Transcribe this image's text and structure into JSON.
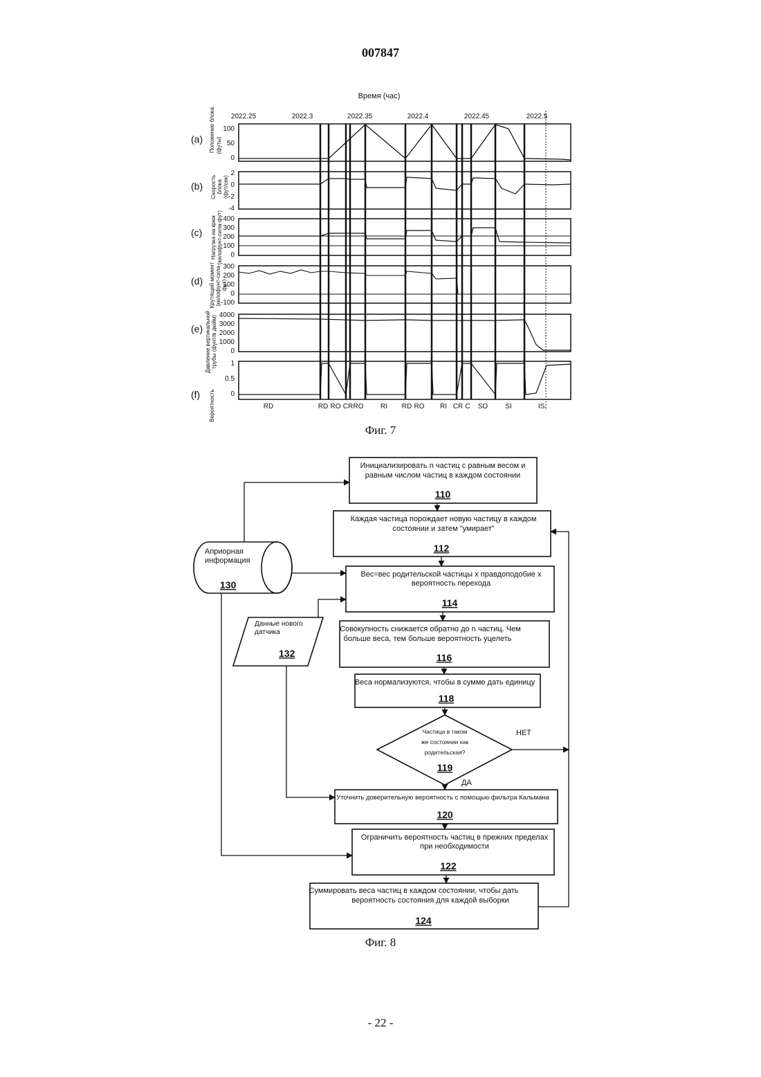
{
  "header": {
    "doc_number": "007847"
  },
  "fig7": {
    "caption": "Фиг. 7",
    "top_title": "Время (час)",
    "time_ticks": [
      "2022.25",
      "2022.3",
      "2022.35",
      "2022.4",
      "2022.45",
      "2022.5"
    ],
    "panels": [
      {
        "id": "a",
        "letter": "(a)",
        "ylabel1": "Положение блока",
        "ylabel2": "(футы)",
        "yticks": [
          "100",
          "50",
          "0"
        ]
      },
      {
        "id": "b",
        "letter": "(b)",
        "ylabel1": "Скорость",
        "ylabel2": "блока",
        "ylabel3": "(фут/сек)",
        "yticks": [
          "2",
          "0",
          "-2",
          "-4"
        ]
      },
      {
        "id": "c",
        "letter": "(c)",
        "ylabel1": "Нагрузка на крюк",
        "ylabel2": "(килофунт-сила-фут)",
        "yticks": [
          "400",
          "300",
          "200",
          "100",
          "0"
        ]
      },
      {
        "id": "d",
        "letter": "(d)",
        "ylabel1": "Крутящий момент",
        "ylabel2": "(килофунт-сила-",
        "ylabel3": "фут)",
        "yticks": [
          "300",
          "200",
          "100",
          "0",
          "-100"
        ]
      },
      {
        "id": "e",
        "letter": "(e)",
        "ylabel1": "Давление вертикальной",
        "ylabel2": "трубы (фунт/в дюйм)",
        "yticks": [
          "4000",
          "3000",
          "2000",
          "1000",
          "0"
        ]
      },
      {
        "id": "f",
        "letter": "(f)",
        "ylabel1": "Вероятность",
        "yticks": [
          "1",
          "0.5",
          "0"
        ]
      }
    ],
    "state_labels": [
      "RD",
      "RD",
      "RO",
      "CR",
      "RO",
      "RI",
      "RD",
      "RO",
      "RI",
      "CR",
      "C",
      "SO",
      "SI",
      "IS,"
    ]
  },
  "fig8": {
    "caption": "Фиг. 8",
    "boxes": {
      "b110": {
        "text1": "Инициализировать n частиц с равным весом и",
        "text2": "равным числом частиц в каждом состоянии",
        "num": "110"
      },
      "b112": {
        "text1": "Каждая частица порождает новую частицу в каждом",
        "text2": "состоянии и затем \"умирает\"",
        "num": "112"
      },
      "b114": {
        "text1": "Вес=вес родительской частицы х правдоподобие х",
        "text2": "вероятность перехода",
        "num": "114"
      },
      "b116": {
        "text1": "Совокупность снижается обратно до n частиц. Чем",
        "text2": "больше    веса, тем больше вероятность уцелеть",
        "num": "116"
      },
      "b118": {
        "text1": "Веса нормализуются, чтобы в сумме дать единицу",
        "num": "118"
      },
      "d119": {
        "text1": "Частица в таком",
        "text2": "же состоянии как",
        "text3": "родительская?",
        "num": "119"
      },
      "b120": {
        "text1": "Уточнить доверительную вероятность с помощью фильтра Кальмана",
        "num": "120"
      },
      "b122": {
        "text1": "Ограничить вероятность частиц в прежних пределах",
        "text2": "при необходимости",
        "num": "122"
      },
      "b124": {
        "text1": "Суммировать веса частиц в каждом состоянии, чтобы дать",
        "text2": "вероятность состояния для каждой выборки",
        "num": "124"
      },
      "c130": {
        "text1": "Априорная",
        "text2": "информация",
        "num": "130"
      },
      "p132": {
        "text1": "Данные нового",
        "text2": "датчика",
        "num": "132"
      }
    },
    "no_label": "НЕТ",
    "yes_label": "ДА"
  },
  "footer": {
    "page": "- 22 -"
  }
}
